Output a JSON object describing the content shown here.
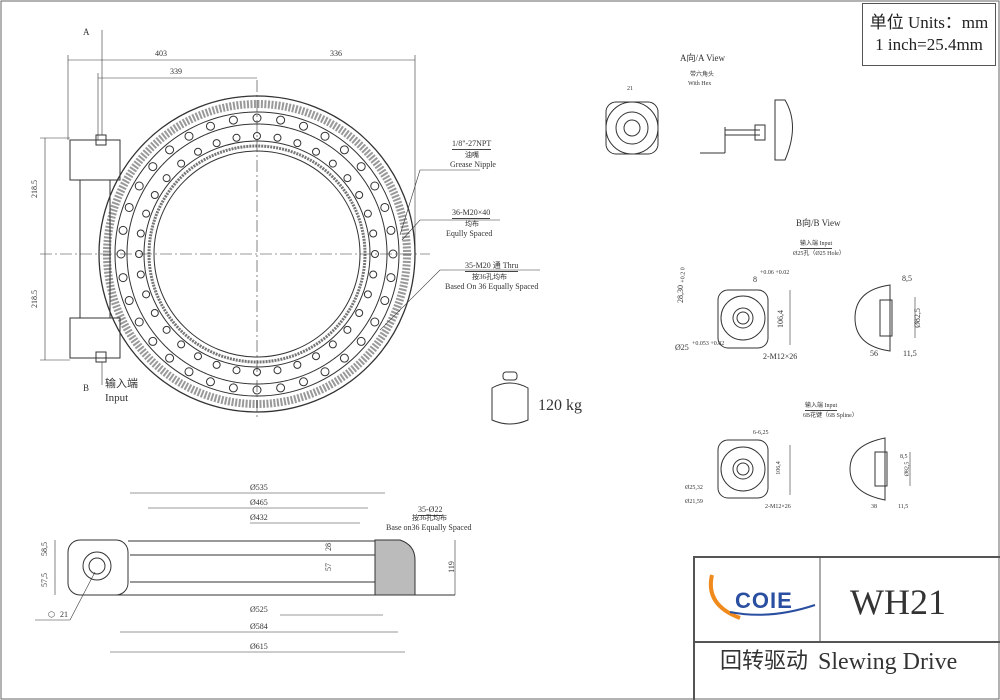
{
  "units": {
    "line1": "单位 Units：mm",
    "line2": "1 inch=25.4mm"
  },
  "top_view": {
    "view_a_marker": "A",
    "view_b_marker": "B",
    "dim_403": "403",
    "dim_336": "336",
    "dim_339": "339",
    "dim_218_5_top": "218.5",
    "dim_218_5_bottom": "218.5",
    "input_cn": "输入端",
    "input_en": "Input",
    "grease": {
      "spec": "1/8\"-27NPT",
      "cn": "油嘴",
      "en": "Grease Nipple"
    },
    "bolts": {
      "spec": "36-M20×40",
      "cn": "均布",
      "en": "Eqully Spaced"
    },
    "thru": {
      "spec": "35-M20 通 Thru",
      "cn": "按36孔均布",
      "en": "Based On 36 Equally Spaced"
    }
  },
  "weight": {
    "label": "120 kg"
  },
  "a_view": {
    "title": "A向/A View",
    "cn": "带六角头",
    "en": "With Hex",
    "dim": "21"
  },
  "b_view": {
    "title": "B向/B View",
    "hole": {
      "line1": "输入端 Input",
      "line2": "Ø25孔（Ø25 Hole）",
      "d_28": "28,30",
      "d_28_tol": "+0.2 0",
      "d_8": "8",
      "d_8_tol": "+0.06 +0.02",
      "d_106": "106,4",
      "d_25": "Ø25",
      "d_25_tol": "+0.053 +0.02",
      "d_m12": "2-M12×26",
      "d_8_5": "8,5",
      "d_82_5": "Ø82,5",
      "d_56": "56",
      "d_11_5": "11,5"
    },
    "spline": {
      "line1": "输入端 Input",
      "line2": "6B花键（6B Spline）",
      "d_6": "6-6,25",
      "d_106": "106,4",
      "d_25_32": "Ø25,32",
      "d_21_59": "Ø21,59",
      "d_m12": "2-M12×26",
      "d_8_5": "8,5",
      "d_82_5": "Ø82,5",
      "d_38": "38",
      "d_11_5": "11,5"
    }
  },
  "side_view": {
    "d535": "Ø535",
    "d465": "Ø465",
    "d432": "Ø432",
    "d525": "Ø525",
    "d584": "Ø584",
    "d615": "Ø615",
    "holes": {
      "spec": "35-Ø22",
      "cn": "按36孔均布",
      "en": "Base on36 Equally Spaced"
    },
    "h58_5": "58,5",
    "h57_5": "57,5",
    "h28": "28",
    "h57": "57",
    "h119": "119",
    "hex": "21"
  },
  "title_block": {
    "brand": "COIE",
    "model": "WH21",
    "name_cn": "回转驱动",
    "name_en": "Slewing Drive",
    "brand_colors": {
      "orange": "#f08a1c",
      "blue": "#2a4fa0"
    }
  }
}
